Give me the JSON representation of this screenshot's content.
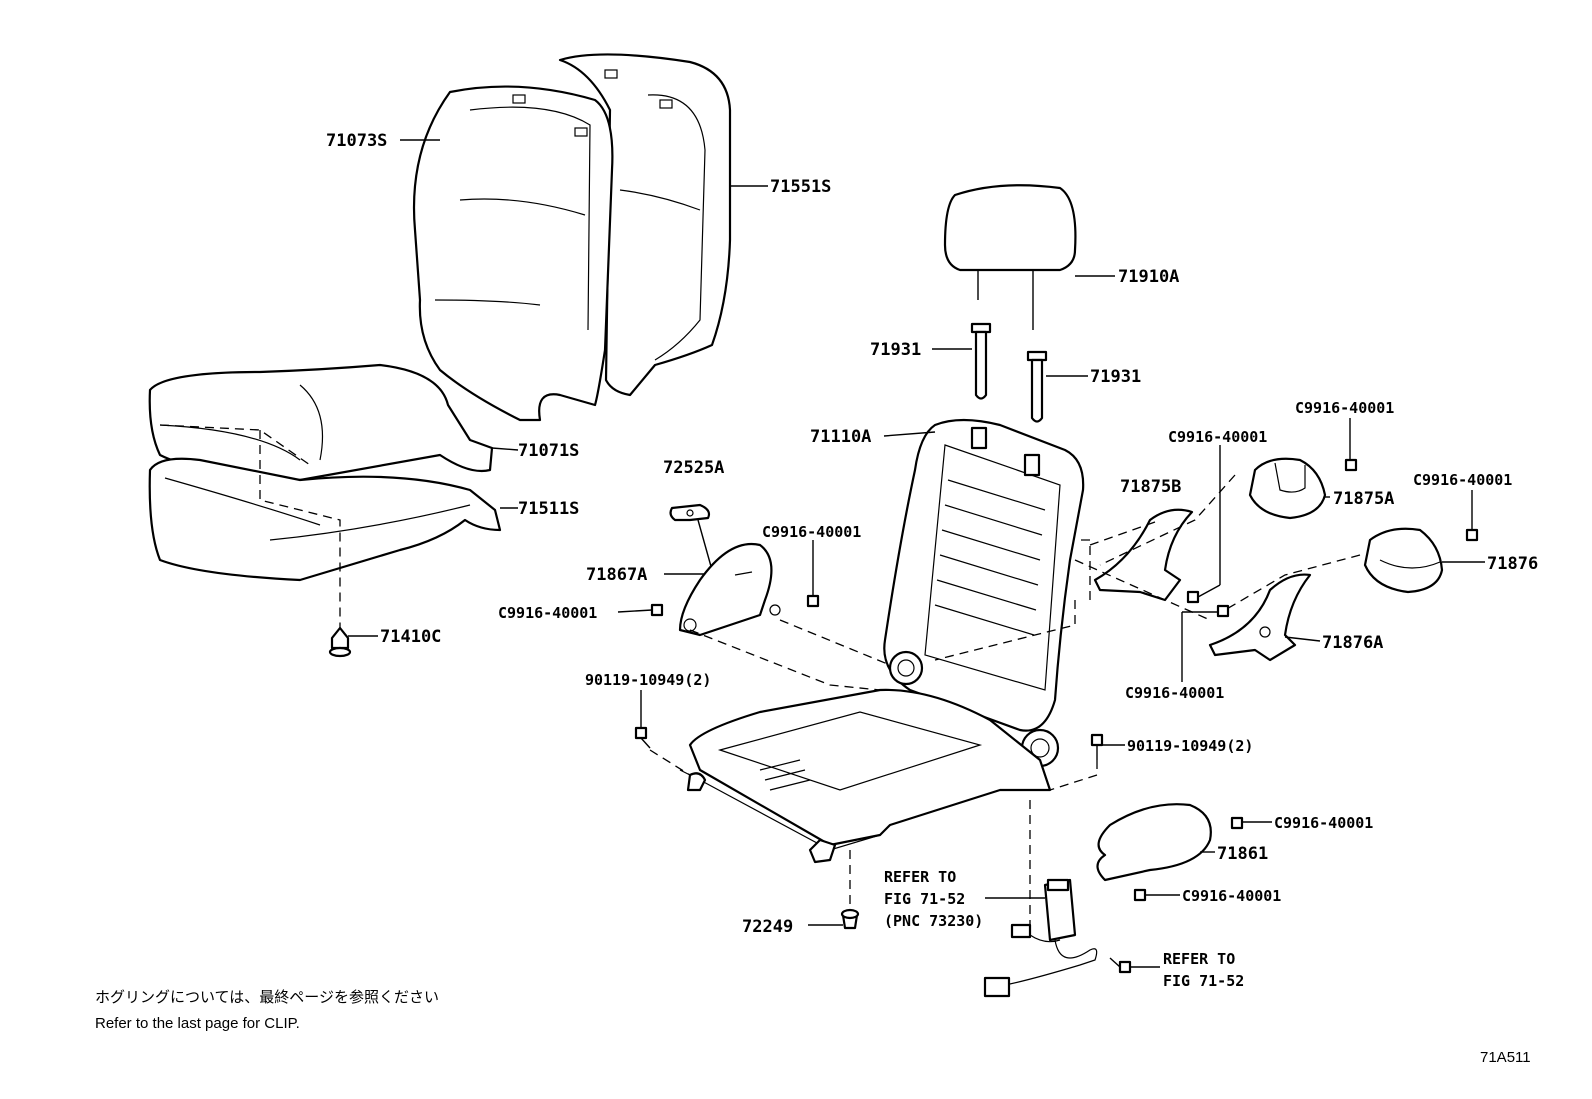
{
  "labels": {
    "p71073S": "71073S",
    "p71551S": "71551S",
    "p71071S": "71071S",
    "p71511S": "71511S",
    "p71410C": "71410C",
    "p71910A": "71910A",
    "p71931_left": "71931",
    "p71931_right": "71931",
    "p71110A": "71110A",
    "p72525A": "72525A",
    "p71867A": "71867A",
    "pC9916_a": "C9916-40001",
    "pC9916_b": "C9916-40001",
    "pC9916_c": "C9916-40001",
    "pC9916_d": "C9916-40001",
    "pC9916_e": "C9916-40001",
    "pC9916_f": "C9916-40001",
    "pC9916_g": "C9916-40001",
    "pC9916_h": "C9916-40001",
    "p71875B": "71875B",
    "p71875A": "71875A",
    "p71876": "71876",
    "p71876A": "71876A",
    "p90119_left": "90119-10949(2)",
    "p90119_right": "90119-10949(2)",
    "p71861": "71861",
    "p72249": "72249",
    "refer1_line1": "REFER TO",
    "refer1_line2": "FIG 71-52",
    "refer1_line3": "(PNC 73230)",
    "refer2_line1": "REFER TO",
    "refer2_line2": "FIG 71-52"
  },
  "note": {
    "japanese": "ホグリングについては、最終ページを参照ください",
    "english": "Refer to the last page for CLIP."
  },
  "figure_id": "71A511"
}
